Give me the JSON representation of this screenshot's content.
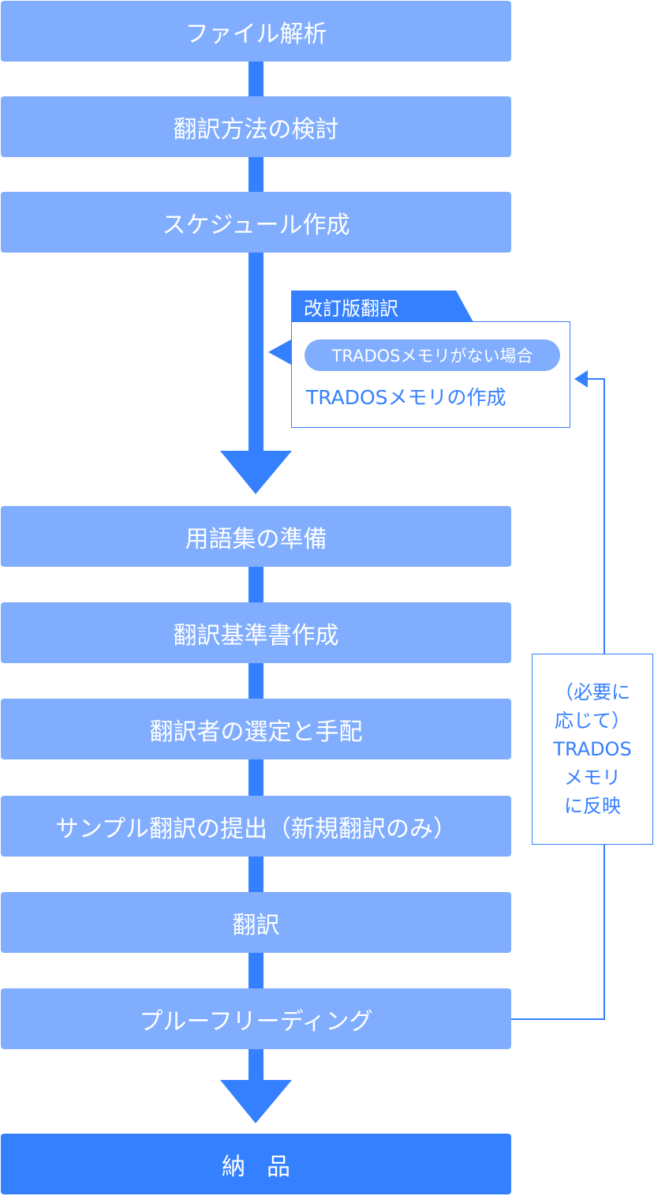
{
  "steps": [
    "ファイル解析",
    "翻訳方法の検討",
    "スケジュール作成",
    "用語集の準備",
    "翻訳基準書作成",
    "翻訳者の選定と手配",
    "サンプル翻訳の提出（新規翻訳のみ）",
    "翻訳",
    "プルーフリーディング"
  ],
  "final_step": "納品",
  "revision_branch": {
    "tab_label": "改訂版翻訳",
    "condition": "TRADOSメモリがない場合",
    "action": "TRADOSメモリの作成"
  },
  "feedback": {
    "lines": [
      "（必要に",
      "応じて）",
      "TRADOS",
      "メモリ",
      "に反映"
    ]
  },
  "colors": {
    "step_fill": "#80adfd",
    "accent": "#3580fe",
    "text_on_fill": "#ffffff"
  }
}
